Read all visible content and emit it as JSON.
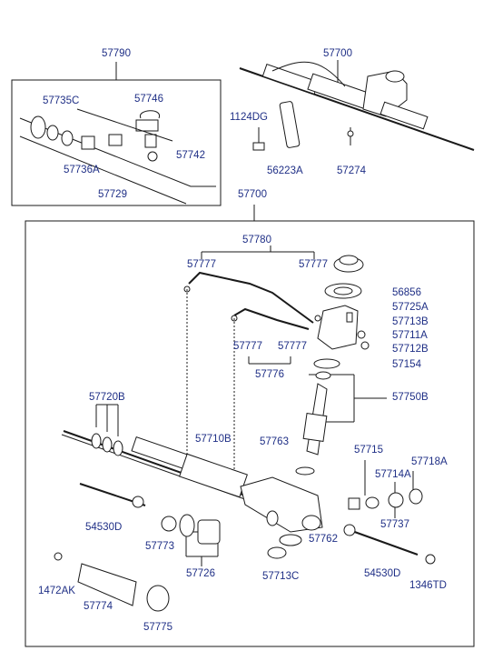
{
  "labels": {
    "p57790": "57790",
    "p57700_top": "57700",
    "p57735C": "57735C",
    "p57746": "57746",
    "p1124DG": "1124DG",
    "p57742": "57742",
    "p57736A": "57736A",
    "p57729": "57729",
    "p56223A": "56223A",
    "p57274": "57274",
    "p57700_mid": "57700",
    "p57780": "57780",
    "p57777_a": "57777",
    "p57777_b": "57777",
    "p56856": "56856",
    "p57725A": "57725A",
    "p57713B": "57713B",
    "p57711A": "57711A",
    "p57712B": "57712B",
    "p57777_c": "57777",
    "p57777_d": "57777",
    "p57776": "57776",
    "p57154": "57154",
    "p57720B": "57720B",
    "p57750B": "57750B",
    "p57710B": "57710B",
    "p57763": "57763",
    "p57715": "57715",
    "p57718A": "57718A",
    "p57714A": "57714A",
    "p54530D_l": "54530D",
    "p57737": "57737",
    "p57773": "57773",
    "p57762": "57762",
    "p57726": "57726",
    "p57713C": "57713C",
    "p54530D_r": "54530D",
    "p1472AK": "1472AK",
    "p1346TD": "1346TD",
    "p57774": "57774",
    "p57775": "57775"
  },
  "colors": {
    "label": "#1f2f86",
    "line": "#1a1a1a"
  }
}
